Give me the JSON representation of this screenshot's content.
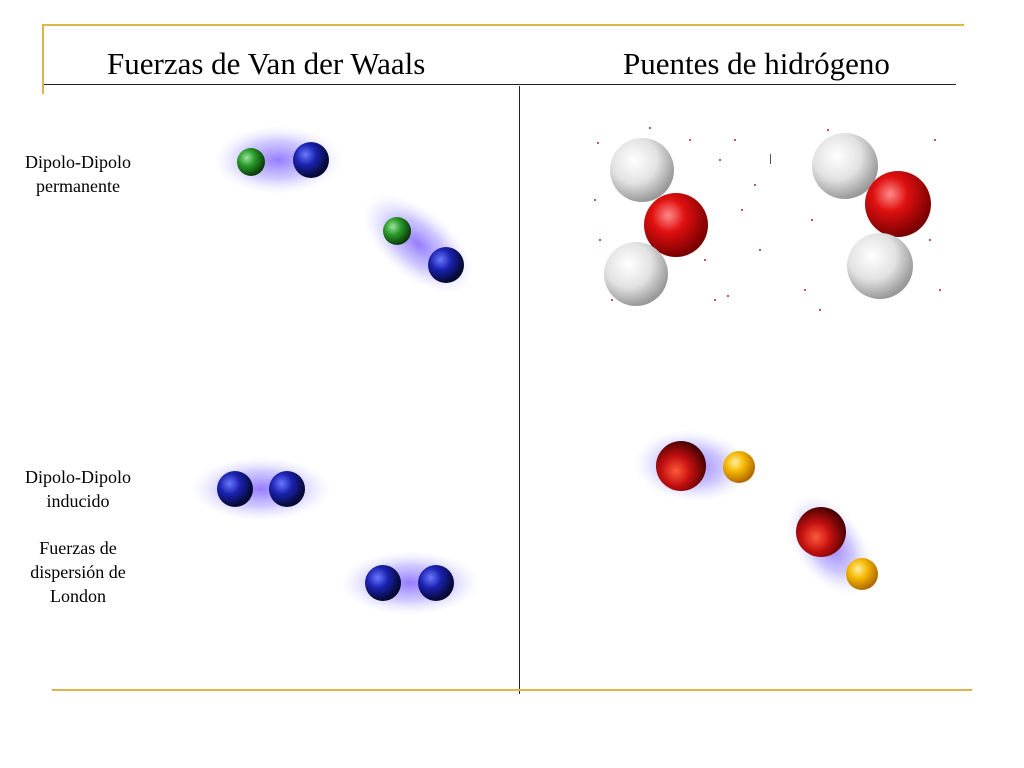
{
  "titles": {
    "left": "Fuerzas de Van der Waals",
    "right": "Puentes de hidrógeno"
  },
  "labels": {
    "permanent_line1": "Dipolo-Dipolo",
    "permanent_line2": "permanente",
    "induced_line1": "Dipolo-Dipolo",
    "induced_line2": "inducido",
    "london": "Fuerzas de dispersión de London"
  },
  "colors": {
    "accent_line": "#e0b44a",
    "divider": "#222222",
    "glow": "#8a6cff",
    "atom_green": "#2a9a2a",
    "atom_blue": "#1a22b0",
    "atom_red": "#e01010",
    "atom_white": "#e8e8e8",
    "atom_gold": "#f5b800"
  }
}
